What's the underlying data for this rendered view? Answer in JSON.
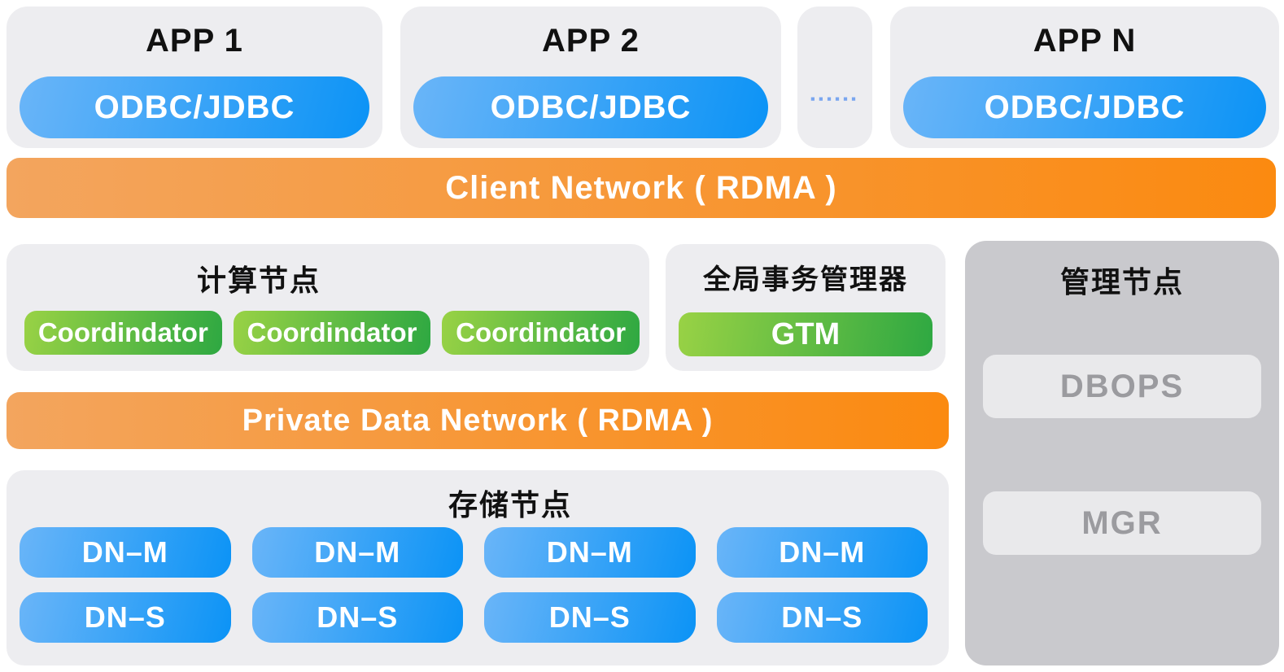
{
  "apps": [
    {
      "title": "APP 1",
      "button": "ODBC/JDBC"
    },
    {
      "title": "APP 2",
      "button": "ODBC/JDBC"
    },
    {
      "title": "APP N",
      "button": "ODBC/JDBC"
    }
  ],
  "ellipsis": "▪▪▪▪▪▪",
  "client_network": {
    "label": "Client Network ( RDMA )"
  },
  "compute": {
    "title": "计算节点",
    "nodes": [
      "Coordindator",
      "Coordindator",
      "Coordindator"
    ]
  },
  "gtm": {
    "title": "全局事务管理器",
    "button": "GTM"
  },
  "management": {
    "title": "管理节点",
    "buttons": [
      "DBOPS",
      "MGR"
    ]
  },
  "private_network": {
    "label": "Private Data Network ( RDMA )"
  },
  "storage": {
    "title": "存储节点",
    "columns": [
      {
        "master": "DN–M",
        "slave": "DN–S"
      },
      {
        "master": "DN–M",
        "slave": "DN–S"
      },
      {
        "master": "DN–M",
        "slave": "DN–S"
      },
      {
        "master": "DN–M",
        "slave": "DN–S"
      }
    ]
  },
  "colors": {
    "panel_bg": "#ededf0",
    "management_bg": "#c9c9cd",
    "management_button_bg": "#e9e9eb",
    "management_button_text": "#9b9b9f",
    "blue_gradient_start": "#6ab5f8",
    "blue_gradient_end": "#0b93f6",
    "orange_gradient_start": "#f3a55e",
    "orange_gradient_end": "#fb8a10",
    "green_gradient_start": "#99d245",
    "green_gradient_end": "#2ea842",
    "ellipsis_color": "#7aa6ef"
  }
}
